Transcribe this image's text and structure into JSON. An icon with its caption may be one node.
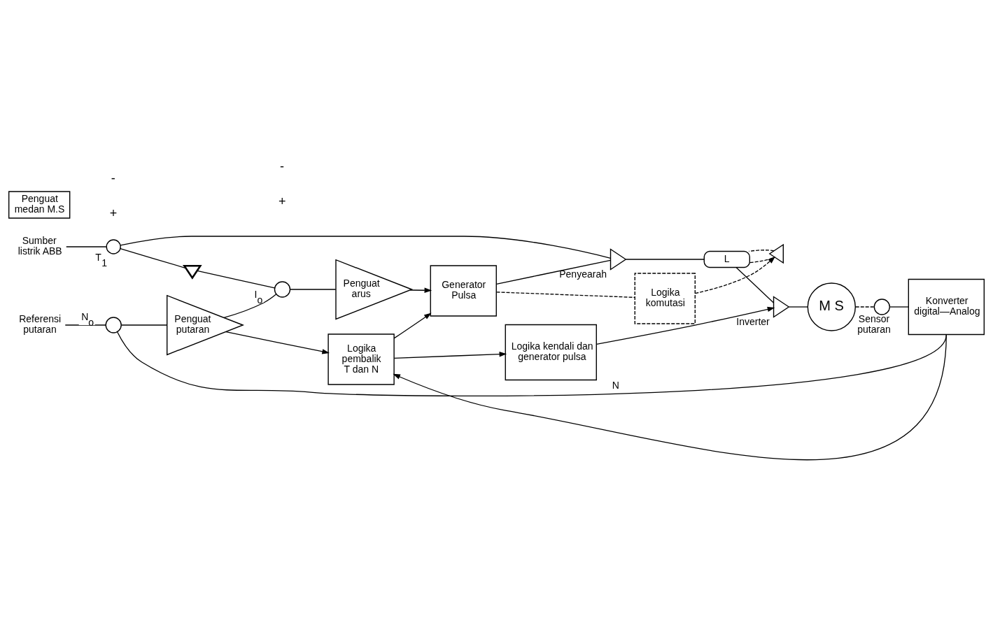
{
  "diagram": {
    "nodes": [
      {
        "text": [
          "Sumber listrik ABB"
        ]
      },
      {
        "text": [
          "T$_{1}$"
        ]
      },
      {
        "text": [],
        "shape": "triangle"
      },
      {
        "text": [
          "Penyearah"
        ]
      },
      {
        "text": [
          "L"
        ]
      },
      {
        "text": [],
        "shape": "triangle"
      },
      {
        "text": [
          "Inverter"
        ]
      },
      {
        "text": [
          "M S"
        ]
      },
      {
        "text": [
          "Penguat medan M.S"
        ]
      },
      {
        "text": [
          "Sensor putaran"
        ]
      },
      {
        "text": [
          "Generator Pulsa"
        ]
      },
      {
        "text": [
          "Logika komutasi"
        ]
      },
      {
        "text": [
          "Logika kendali dan generator pulsa"
        ]
      },
      {
        "text": [
          "Referensi putaran"
        ]
      },
      {
        "text": [],
        "shape": "circle"
      },
      {
        "text": [
          "Penguat putaran"
        ]
      },
      {
        "text": [],
        "shape": "circle"
      },
      {
        "text": [
          "Penguat arus"
        ]
      },
      {
        "text": [
          "Konverter digital—Analog"
        ]
      },
      {
        "text": [
          "Logika pembalik T dan N"
        ]
      }
    ],
    "edges": [
      {
        "from": 0,
        "to": 1,
        "arrow": "none"
      },
      {
        "from": 1,
        "to": 3,
        "arrow": "none"
      },
      {
        "from": 1,
        "to": 2,
        "arrow": "none"
      },
      {
        "from": 3,
        "to": 4,
        "arrow": "none"
      },
      {
        "from": 4,
        "to": 6,
        "arrow": "none"
      },
      {
        "from": 6,
        "to": 7,
        "arrow": "none"
      },
      {
        "from": 4,
        "to": 5,
        "arrow": "none",
        "style": "dashed"
      },
      {
        "from": 5,
        "to": 4,
        "arrow": "none",
        "style": "dashed"
      },
      {
        "from": 7,
        "to": 9,
        "arrow": "none",
        "style": "dashed"
      },
      {
        "from": 10,
        "to": 3,
        "arrow": "none"
      },
      {
        "from": 11,
        "to": 5,
        "arrow": "to",
        "style": "dashed"
      },
      {
        "from": 12,
        "to": 6,
        "arrow": "to"
      },
      {
        "from": 10,
        "to": 11,
        "arrow": "none",
        "style": "dashed"
      },
      {
        "from": 13,
        "to": 14,
        "arrow": "none",
        "label": "N$_{o}$"
      },
      {
        "from": 14,
        "to": 15,
        "arrow": "none"
      },
      {
        "from": 15,
        "to": 16,
        "arrow": "none",
        "label": "I$_{o}$"
      },
      {
        "from": 16,
        "to": 17,
        "arrow": "none"
      },
      {
        "from": 2,
        "to": 16,
        "arrow": "none"
      },
      {
        "from": 17,
        "to": 10,
        "arrow": "to"
      },
      {
        "from": 19,
        "to": 10,
        "arrow": "to"
      },
      {
        "from": 19,
        "to": 12,
        "arrow": "to"
      },
      {
        "from": 9,
        "to": 18,
        "arrow": "none"
      },
      {
        "from": 18,
        "to": 14,
        "arrow": "none",
        "label": "N"
      },
      {
        "from": 15,
        "to": 19,
        "arrow": "to"
      },
      {
        "from": 18,
        "to": 19,
        "arrow": "to"
      }
    ],
    "labels": [
      "+",
      "+",
      "-",
      "-"
    ]
  }
}
